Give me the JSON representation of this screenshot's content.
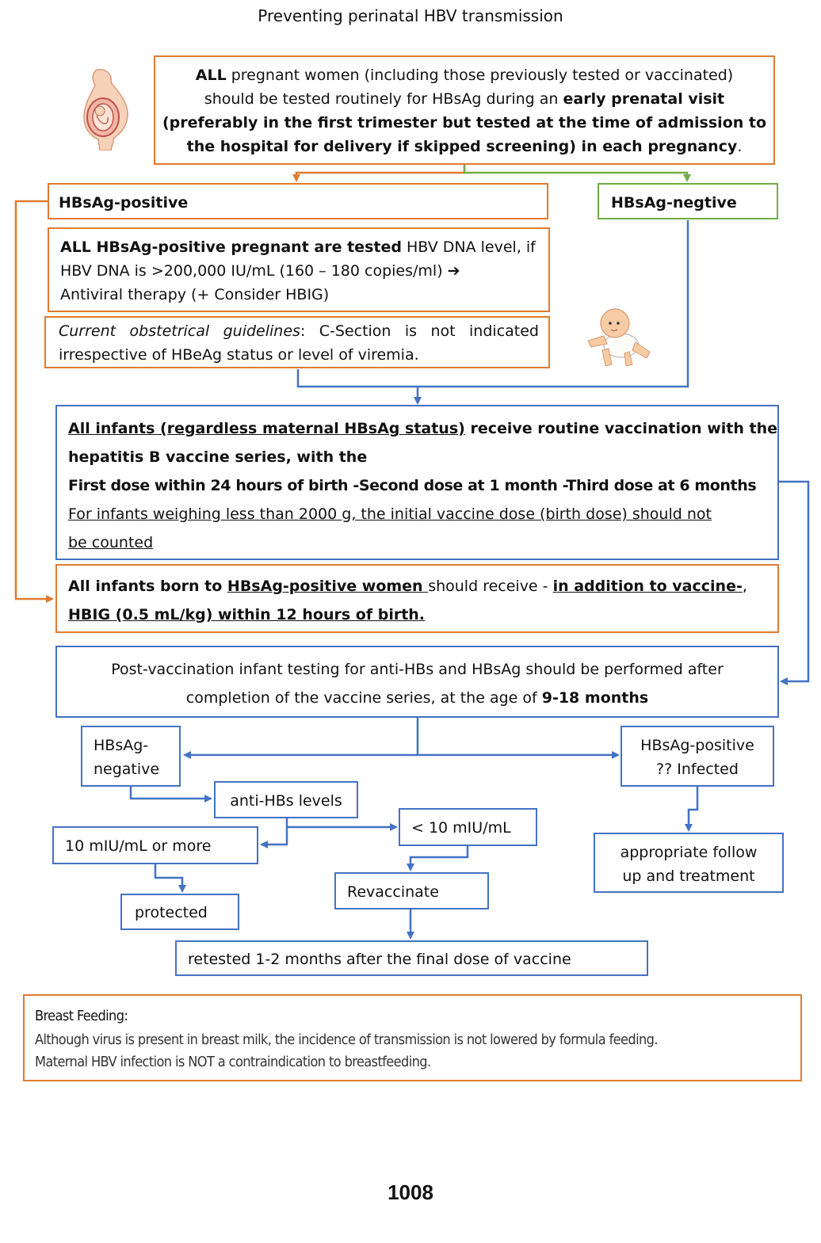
{
  "title": "Preventing perinatal HBV transmission",
  "screening": {
    "lead_bold": "ALL",
    "line1_rest": " pregnant women (including those previously tested or vaccinated)",
    "line2_pre": "should be tested routinely for HBsAg during an ",
    "line2_bold": "early prenatal visit",
    "line3_bold": "(preferably in the first trimester but tested at the time of admission to",
    "line4_bold": "the hospital for delivery if skipped screening) in each pregnancy",
    "line4_end": "."
  },
  "branches": {
    "positive_label": "HBsAg-positive",
    "negative_label": "HBsAg-negtive"
  },
  "dna_box": {
    "bold": "ALL HBsAg-positive pregnant are tested",
    "line1_rest": " HBV DNA level, if",
    "line2": "HBV DNA is >200,000 IU/mL (160 – 180 copies/ml) ➔",
    "line3": "Antiviral therapy (+ Consider HBIG)"
  },
  "obstetric_box": {
    "italic": "Current obstetrical guidelines",
    "line1_rest": ": C-Section is not indicated",
    "line2": "irrespective of HBeAg status or level of viremia."
  },
  "vaccination_box": {
    "underline_bold": "All infants (regardless maternal HBsAg status)",
    "line1_rest_bold": " receive routine vaccination  with the",
    "line2_bold": "hepatitis B vaccine series, with the",
    "line3_bold": "First dose within 24 hours of  birth -Second dose at 1 month -Third dose at 6 months",
    "line4_underline": "For infants weighing less than 2000 g, the initial vaccine dose (birth dose) should not",
    "line5_underline": "be counted"
  },
  "hbig_box": {
    "pre_bold": "All infants born to ",
    "underline_bold1": "HBsAg-positive women ",
    "plain": "should receive - ",
    "underline_bold2": "in addition to vaccine-",
    "comma": ",",
    "line2_underline_bold": "HBIG (0.5 mL/kg) within 12 hours of birth."
  },
  "postvac_box": {
    "line1": "Post-vaccination infant testing for anti-HBs and HBsAg should be performed after",
    "line2_pre": "completion of the vaccine series, at the age of ",
    "line2_bold": "9-18 months"
  },
  "results": {
    "negative_line1": "HBsAg-",
    "negative_line2": "negative",
    "positive_line1": "HBsAg-positive",
    "positive_line2": "?? Infected",
    "anti_hbs": "anti-HBs levels",
    "ten_or_more": "10 mIU/mL or more",
    "less_than_ten": "< 10 mIU/mL",
    "protected": "protected",
    "revaccinate": "Revaccinate",
    "followup_line1": "appropriate follow",
    "followup_line2": "up and treatment",
    "retested": "retested 1-2 months after the final dose of vaccine"
  },
  "breastfeeding": {
    "heading": "Breast Feeding:",
    "line1": "Although virus is present in breast milk, the incidence of transmission is not lowered by formula feeding.",
    "line2": "Maternal HBV infection is NOT a contraindication to breastfeeding."
  },
  "page_number": "1008",
  "colors": {
    "orange": "#e07b2e",
    "green": "#70ad47",
    "blue": "#4472c4"
  },
  "icons": [
    "pregnant-woman-icon",
    "crawling-baby-icon"
  ]
}
